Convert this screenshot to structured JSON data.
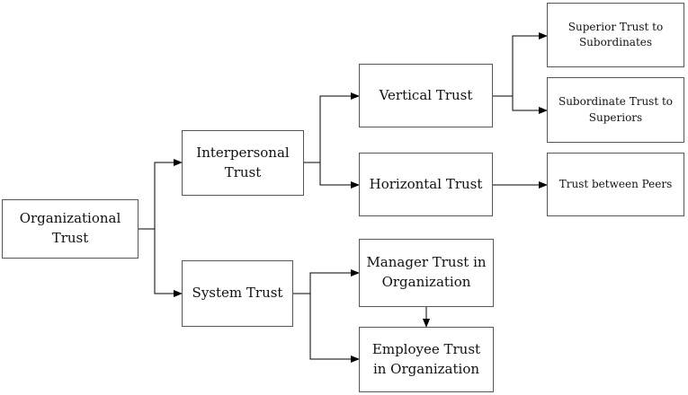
{
  "diagram": {
    "nodes": {
      "organizational_trust": "Organizational\nTrust",
      "interpersonal_trust": "Interpersonal\nTrust",
      "system_trust": "System Trust",
      "vertical_trust": "Vertical Trust",
      "horizontal_trust": "Horizontal Trust",
      "manager_trust": "Manager Trust in\nOrganization",
      "employee_trust": "Employee Trust\nin Organization",
      "superior_trust": "Superior Trust to\nSubordinates",
      "subordinate_trust": "Subordinate Trust to\nSuperiors",
      "peer_trust": "Trust between Peers"
    },
    "line_color": "#000000",
    "border_color": "#555555"
  }
}
